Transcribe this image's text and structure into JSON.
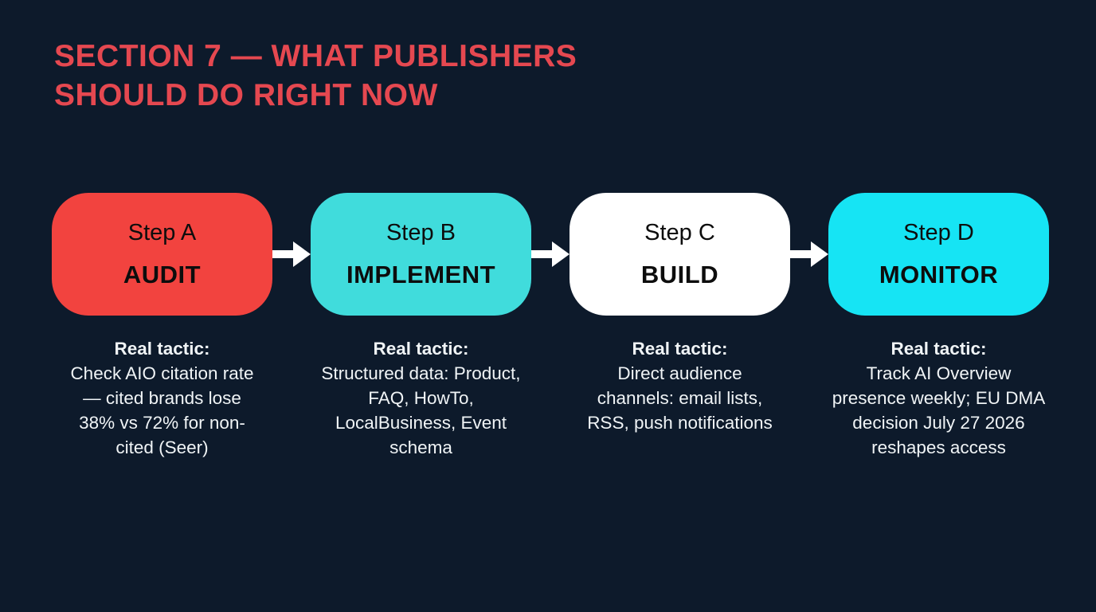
{
  "slide": {
    "title_line1": "SECTION 7 — WHAT PUBLISHERS",
    "title_line2": "SHOULD DO RIGHT NOW"
  },
  "colors": {
    "background": "#0d1a2b",
    "title": "#e54850",
    "arrow": "#ffffff",
    "tactic_text": "#f0f4f6",
    "box_text": "#0d0d0d"
  },
  "steps": [
    {
      "label": "Step A",
      "action": "AUDIT",
      "box_color": "#f2433f",
      "tactic_label": "Real tactic:",
      "tactic_text": "Check AIO citation rate — cited brands lose 38% vs 72% for non-cited (Seer)"
    },
    {
      "label": "Step B",
      "action": "IMPLEMENT",
      "box_color": "#40dcdc",
      "tactic_label": "Real tactic:",
      "tactic_text": "Structured data: Product, FAQ, HowTo, LocalBusiness, Event schema"
    },
    {
      "label": "Step C",
      "action": "BUILD",
      "box_color": "#ffffff",
      "tactic_label": "Real tactic:",
      "tactic_text": "Direct audience channels: email lists, RSS, push notifications"
    },
    {
      "label": "Step D",
      "action": "MONITOR",
      "box_color": "#16e4f4",
      "tactic_label": "Real tactic:",
      "tactic_text": "Track AI Overview presence weekly; EU DMA decision July 27 2026 reshapes access"
    }
  ]
}
